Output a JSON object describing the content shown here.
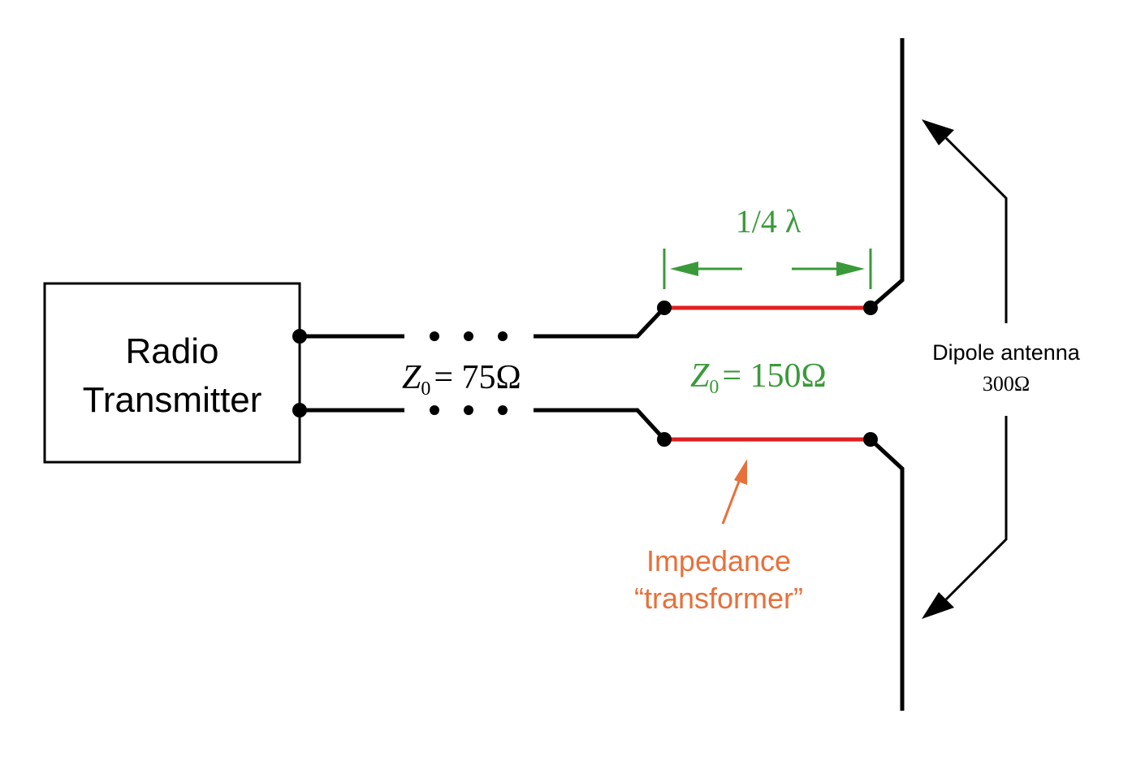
{
  "transmitter": {
    "line1": "Radio",
    "line2": "Transmitter"
  },
  "line75": {
    "symbol": "Z",
    "subscript": "0",
    "value": "= 75Ω"
  },
  "line150": {
    "symbol": "Z",
    "subscript": "0",
    "value": "= 150Ω"
  },
  "quarter_wave": {
    "label": "1/4 λ"
  },
  "transformer": {
    "line1": "Impedance",
    "line2": "“transformer”"
  },
  "antenna": {
    "label": "Dipole antenna",
    "impedance": "300Ω"
  },
  "colors": {
    "wire": "#000000",
    "transformer": "#e02020",
    "dimension": "#3a9a3a",
    "annotation": "#e8703a"
  }
}
